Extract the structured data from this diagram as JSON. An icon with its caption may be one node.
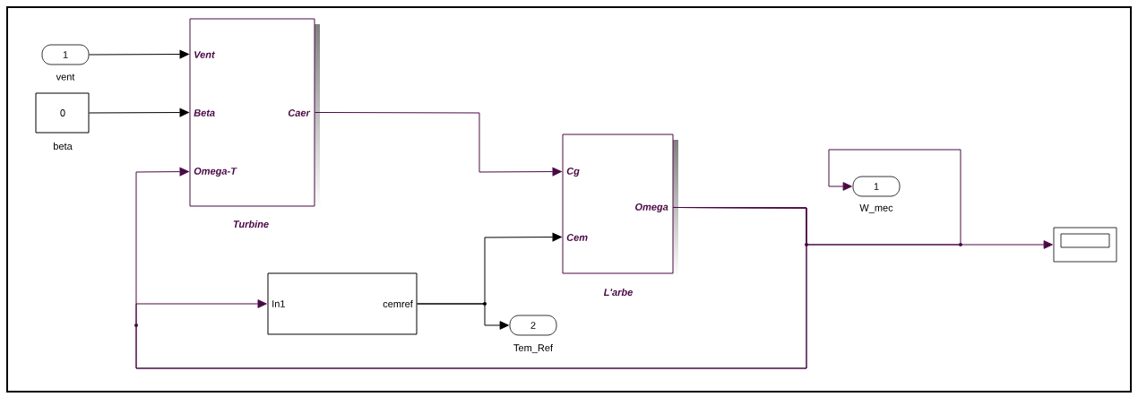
{
  "diagram": {
    "nodes": [
      {
        "text": [
          "1"
        ],
        "beside": [
          "vent"
        ]
      },
      {
        "text": [
          "0"
        ],
        "beside": [
          "beta"
        ]
      },
      {
        "text": [
          "Vent",
          "Beta",
          "Omega-T",
          "Caer"
        ],
        "beside": [
          "Turbine"
        ]
      },
      {
        "text": [
          "Cg",
          "Cem",
          "Omega"
        ],
        "beside": [
          "L'arbe"
        ]
      },
      {
        "text": [
          "In1",
          "cemref"
        ]
      },
      {
        "text": [
          "2"
        ],
        "beside": [
          "Tem_Ref"
        ]
      },
      {
        "text": [
          "1"
        ],
        "beside": [
          "W_mec"
        ]
      },
      {
        "text": [],
        "shape": "box"
      }
    ],
    "edges": [
      {
        "from": 0,
        "to": 2,
        "arrow": "to",
        "color": "#000000"
      },
      {
        "from": 1,
        "to": 2,
        "arrow": "to",
        "color": "#000000"
      },
      {
        "from": 2,
        "to": 3,
        "arrow": "to"
      },
      {
        "from": 4,
        "to": 3,
        "arrow": "to",
        "color": "#000000"
      },
      {
        "from": 4,
        "to": 5,
        "arrow": "to",
        "color": "#000000"
      },
      {
        "from": 3,
        "to": 6,
        "arrow": "to"
      },
      {
        "from": 3,
        "to": 7,
        "arrow": "to"
      },
      {
        "from": 3,
        "to": 2,
        "arrow": "to"
      },
      {
        "from": 3,
        "to": 4,
        "arrow": "to"
      }
    ]
  }
}
